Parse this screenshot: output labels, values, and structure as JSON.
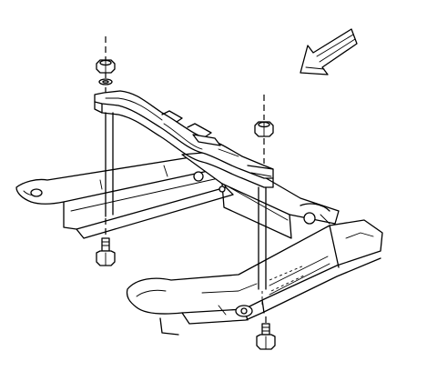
{
  "figure": {
    "arrow_direction": "front-left",
    "parts": [
      "rear-frame",
      "crossmember",
      "front-frame",
      "bolts",
      "nuts",
      "washer"
    ]
  }
}
